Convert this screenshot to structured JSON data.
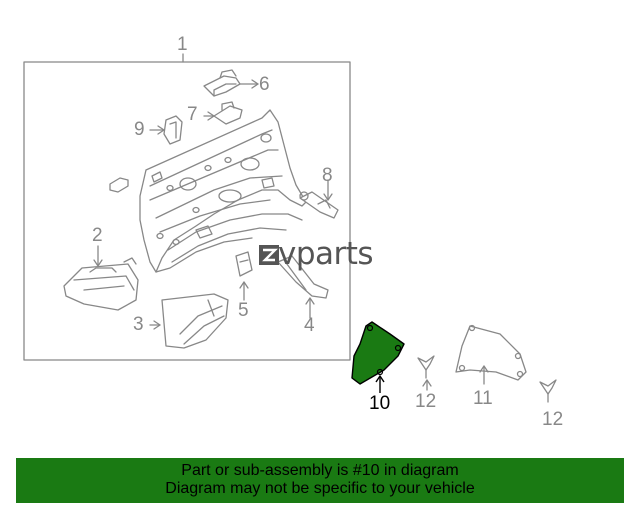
{
  "diagram": {
    "callouts": [
      {
        "id": "c1",
        "text": "1"
      },
      {
        "id": "c2",
        "text": "2"
      },
      {
        "id": "c3",
        "text": "3"
      },
      {
        "id": "c4",
        "text": "4"
      },
      {
        "id": "c5",
        "text": "5"
      },
      {
        "id": "c6",
        "text": "6"
      },
      {
        "id": "c7",
        "text": "7"
      },
      {
        "id": "c8",
        "text": "8"
      },
      {
        "id": "c9",
        "text": "9"
      },
      {
        "id": "c10",
        "text": "10"
      },
      {
        "id": "c11",
        "text": "11"
      },
      {
        "id": "c12a",
        "text": "12"
      },
      {
        "id": "c12b",
        "text": "12"
      }
    ],
    "highlighted_part": "10",
    "highlight_color": "#1a7a13",
    "line_color": "#888888"
  },
  "watermark": {
    "text": "vparts",
    "mark": "Z-logo-icon"
  },
  "banner": {
    "line1": "Part or sub-assembly is #10 in diagram",
    "line2": "Diagram may not be specific to your vehicle",
    "background": "#1a7a13"
  }
}
